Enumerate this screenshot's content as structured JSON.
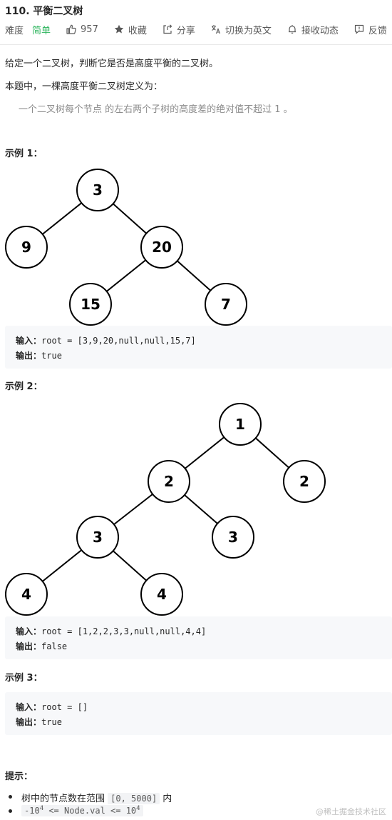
{
  "problem": {
    "title": "110. 平衡二叉树"
  },
  "toolbar": {
    "difficulty_label": "难度",
    "difficulty_value": "简单",
    "likes": "957",
    "favorite": "收藏",
    "share": "分享",
    "switch_lang": "切换为英文",
    "notify": "接收动态",
    "feedback": "反馈",
    "colors": {
      "difficulty_easy": "#2db55d"
    }
  },
  "description": {
    "p1": "给定一个二叉树，判断它是否是高度平衡的二叉树。",
    "p2": "本题中，一棵高度平衡二叉树定义为：",
    "quote": "一个二叉树每个节点 的左右两个子树的高度差的绝对值不超过 1 。"
  },
  "examples": [
    {
      "heading": "示例 1：",
      "tree": [
        "3",
        "9",
        "20",
        "15",
        "7"
      ],
      "input_label": "输入：",
      "input_value": "root = [3,9,20,null,null,15,7]",
      "output_label": "输出：",
      "output_value": "true"
    },
    {
      "heading": "示例 2：",
      "tree": [
        "1",
        "2",
        "2",
        "3",
        "3",
        "4",
        "4"
      ],
      "input_label": "输入：",
      "input_value": "root = [1,2,2,3,3,null,null,4,4]",
      "output_label": "输出：",
      "output_value": "false"
    },
    {
      "heading": "示例 3：",
      "input_label": "输入：",
      "input_value": "root = []",
      "output_label": "输出：",
      "output_value": "true"
    }
  ],
  "hints": {
    "title": "提示：",
    "h1_prefix": "树中的节点数在范围 ",
    "h1_code": "[0, 5000]",
    "h1_suffix": " 内",
    "h2_base_left": "-10",
    "h2_exp_left": "4",
    "h2_mid": " <= Node.val <= 10",
    "h2_exp_right": "4"
  },
  "watermark": "@稀土掘金技术社区"
}
